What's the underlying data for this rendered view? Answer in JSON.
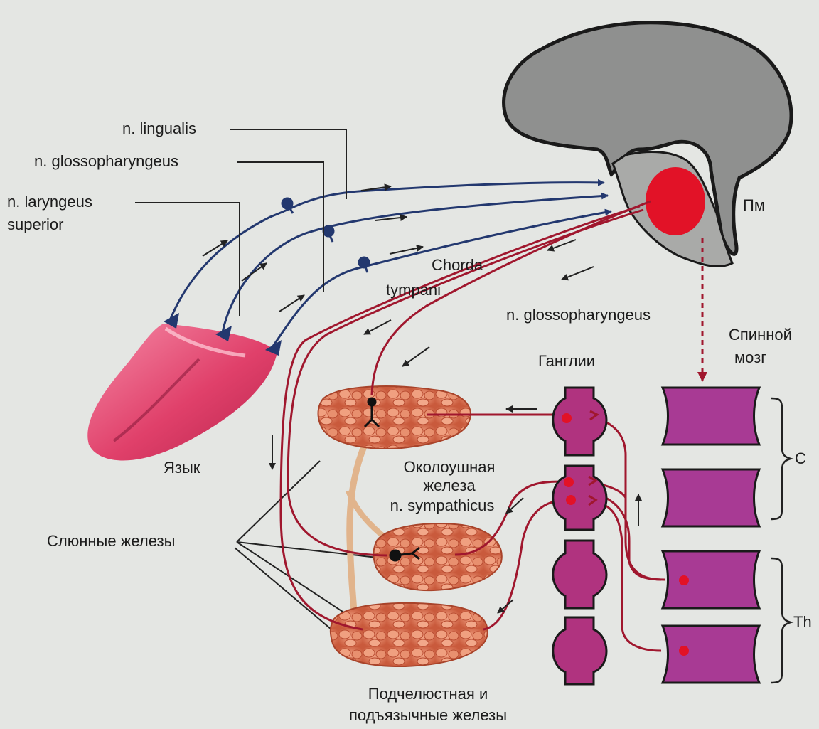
{
  "colors": {
    "background": "#e4e6e3",
    "afferent_nerve": "#23386f",
    "efferent_nerve": "#a0172e",
    "brain": "#8f908f",
    "brainstem_nucleus": "#e21227",
    "tongue": "#e0406a",
    "gland": "#d9704f",
    "ganglion": "#b0337f",
    "spinal_segment": "#a83a94",
    "text": "#1c1c1c"
  },
  "labels": {
    "n_lingualis": "n. lingualis",
    "n_glossopharyngeus_top": "n. glossopharyngeus",
    "n_laryngeus_1": "n. laryngeus",
    "n_laryngeus_2": "superior",
    "medulla": "Пм",
    "chorda_1": "Chorda",
    "chorda_2": "tympani",
    "n_glossopharyngeus_mid": "n. glossopharyngeus",
    "spinal_cord_1": "Спинной",
    "spinal_cord_2": "мозг",
    "ganglia": "Ганглии",
    "tongue": "Язык",
    "parotid_1": "Околоушная",
    "parotid_2": "железа",
    "n_sympathicus": "n. sympathicus",
    "salivary_glands": "Слюнные железы",
    "segment_c": "C",
    "segment_th": "Th",
    "submandibular_1": "Подчелюстная и",
    "submandibular_2": "подъязычные железы"
  },
  "icons": [
    "brain",
    "tongue",
    "salivary-gland",
    "ganglion",
    "spinal-segment",
    "direction-arrow"
  ]
}
